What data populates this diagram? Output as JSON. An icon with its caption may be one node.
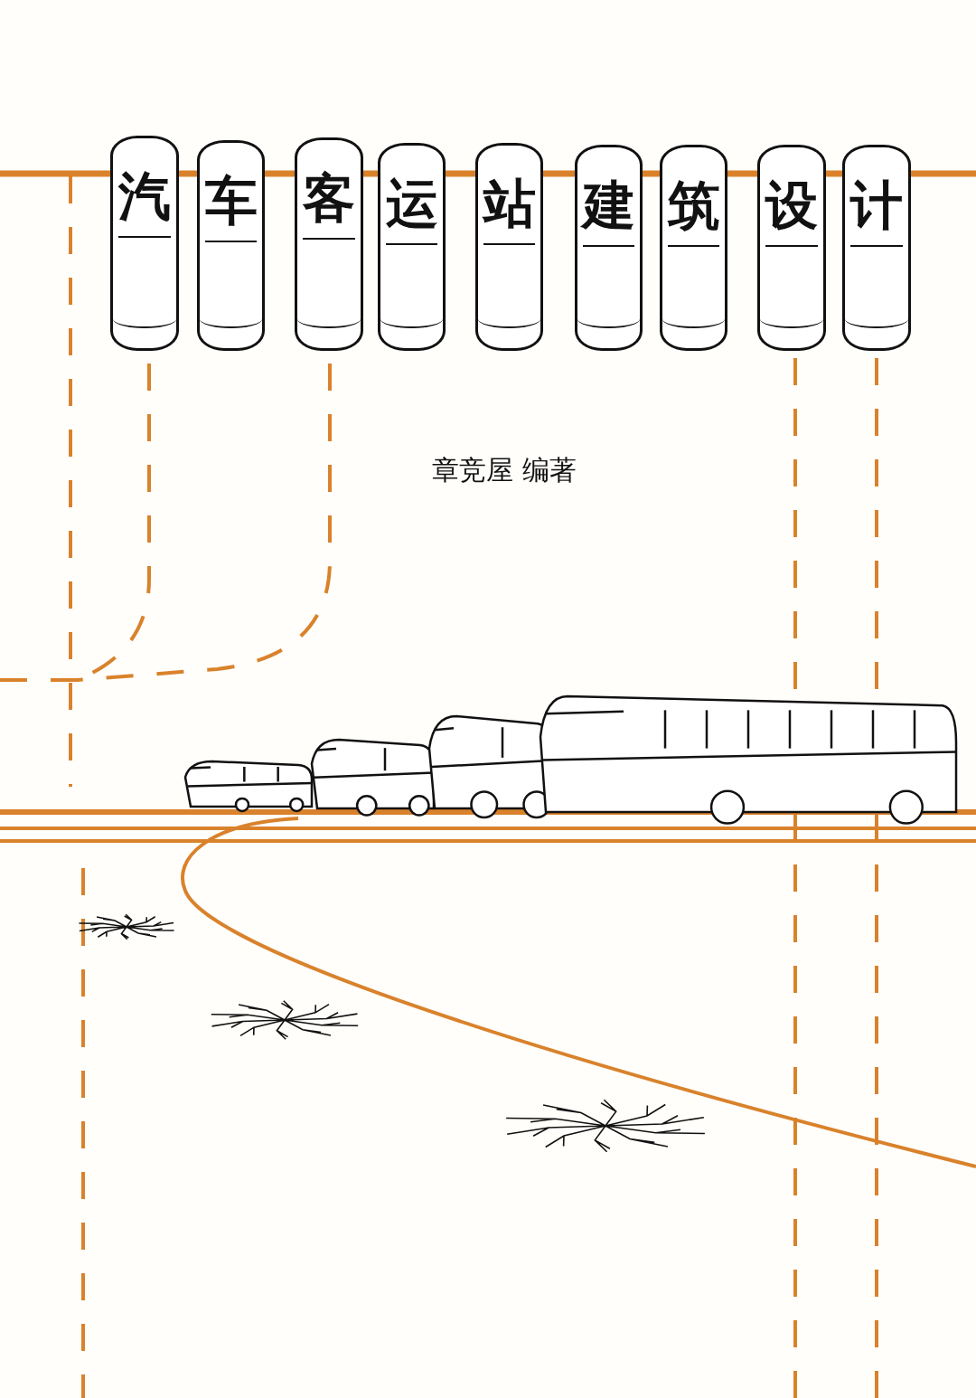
{
  "diagram": {
    "nodes": [
      {
        "text": [
          "汽"
        ]
      },
      {
        "text": [
          "车"
        ]
      },
      {
        "text": [
          "客"
        ]
      },
      {
        "text": [
          "运"
        ]
      },
      {
        "text": [
          "站"
        ]
      },
      {
        "text": [
          "建"
        ]
      },
      {
        "text": [
          "筑"
        ]
      },
      {
        "text": [
          "设"
        ]
      },
      {
        "text": [
          "计"
        ]
      }
    ],
    "labels": [
      "章竞屋 编著"
    ]
  }
}
